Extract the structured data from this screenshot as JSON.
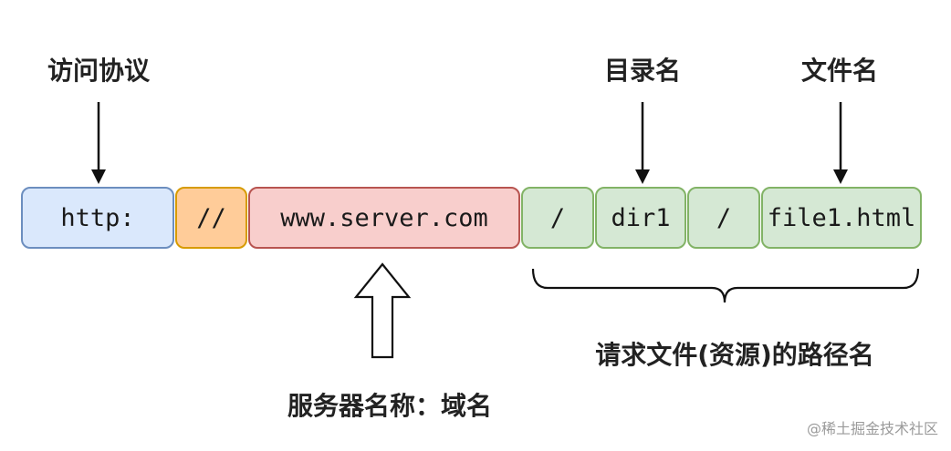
{
  "labels": {
    "protocol": "访问协议",
    "directory": "目录名",
    "filename": "文件名",
    "path": "请求文件(资源)的路径名",
    "server": "服务器名称：域名"
  },
  "segments": {
    "scheme": "http:",
    "slashes": "//",
    "host": "www.server.com",
    "slash1": "/",
    "dir": "dir1",
    "slash2": "/",
    "file": "file1.html"
  },
  "colors": {
    "blue_fill": "#dae8fc",
    "blue_border": "#6c8ebf",
    "orange_fill": "#ffcc99",
    "orange_border": "#d79b00",
    "red_fill": "#f8cecc",
    "red_border": "#b85450",
    "green_fill": "#d5e8d4",
    "green_border": "#82b366"
  },
  "watermark": "@稀土掘金技术社区"
}
